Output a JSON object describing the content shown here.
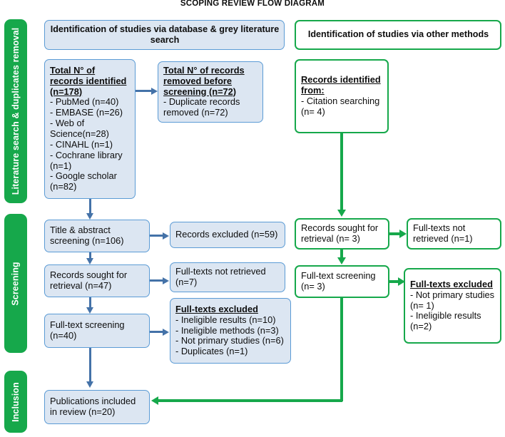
{
  "title": "SCOPING REVIEW FLOW DIAGRAM",
  "colors": {
    "stage_green": "#16A84B",
    "box_blue_fill": "#DCE6F2",
    "box_blue_border": "#5B9BD5",
    "arrow_blue": "#4472A8",
    "text": "#0D0D0D"
  },
  "stages": [
    {
      "label": "Literature search & duplicates removal"
    },
    {
      "label": "Screening"
    },
    {
      "label": "Inclusion"
    }
  ],
  "headers": {
    "database": "Identification of studies via database & grey literature search",
    "other": "Identification of studies via other methods"
  },
  "database_branch": {
    "identified": {
      "heading": "Total N° of records identified (n=178)",
      "items": [
        "- PubMed (n=40)",
        "- EMBASE (n=26)",
        "- Web of Science(n=28)",
        "- CINAHL (n=1)",
        "- Cochrane library (n=1)",
        "- Google scholar (n=82)"
      ]
    },
    "removed": {
      "heading": "Total N° of records removed before screening (n=72)",
      "items": [
        "- Duplicate records removed (n=72)"
      ]
    },
    "title_abstract_screening": "Title & abstract screening (n=106)",
    "records_excluded": "Records excluded (n=59)",
    "records_sought": "Records sought for retrieval (n=47)",
    "fulltext_not_retrieved": "Full-texts not retrieved (n=7)",
    "fulltext_screening": "Full-text screening (n=40)",
    "fulltext_excluded": {
      "heading": "Full-texts excluded",
      "items": [
        "- Ineligible results (n=10)",
        "- Ineligible methods (n=3)",
        "- Not primary studies (n=6)",
        "- Duplicates (n=1)"
      ]
    }
  },
  "other_branch": {
    "identified": {
      "heading": "Records identified from:",
      "items": [
        "- Citation searching (n= 4)"
      ]
    },
    "records_sought": "Records sought for retrieval (n= 3)",
    "fulltext_not_retrieved": "Full-texts not retrieved (n=1)",
    "fulltext_screening": "Full-text screening (n= 3)",
    "fulltext_excluded": {
      "heading": "Full-texts excluded",
      "items": [
        "- Not primary studies (n= 1)",
        "- Ineligible results (n=2)"
      ]
    }
  },
  "inclusion": {
    "publications_included": "Publications included in review (n=20)"
  }
}
